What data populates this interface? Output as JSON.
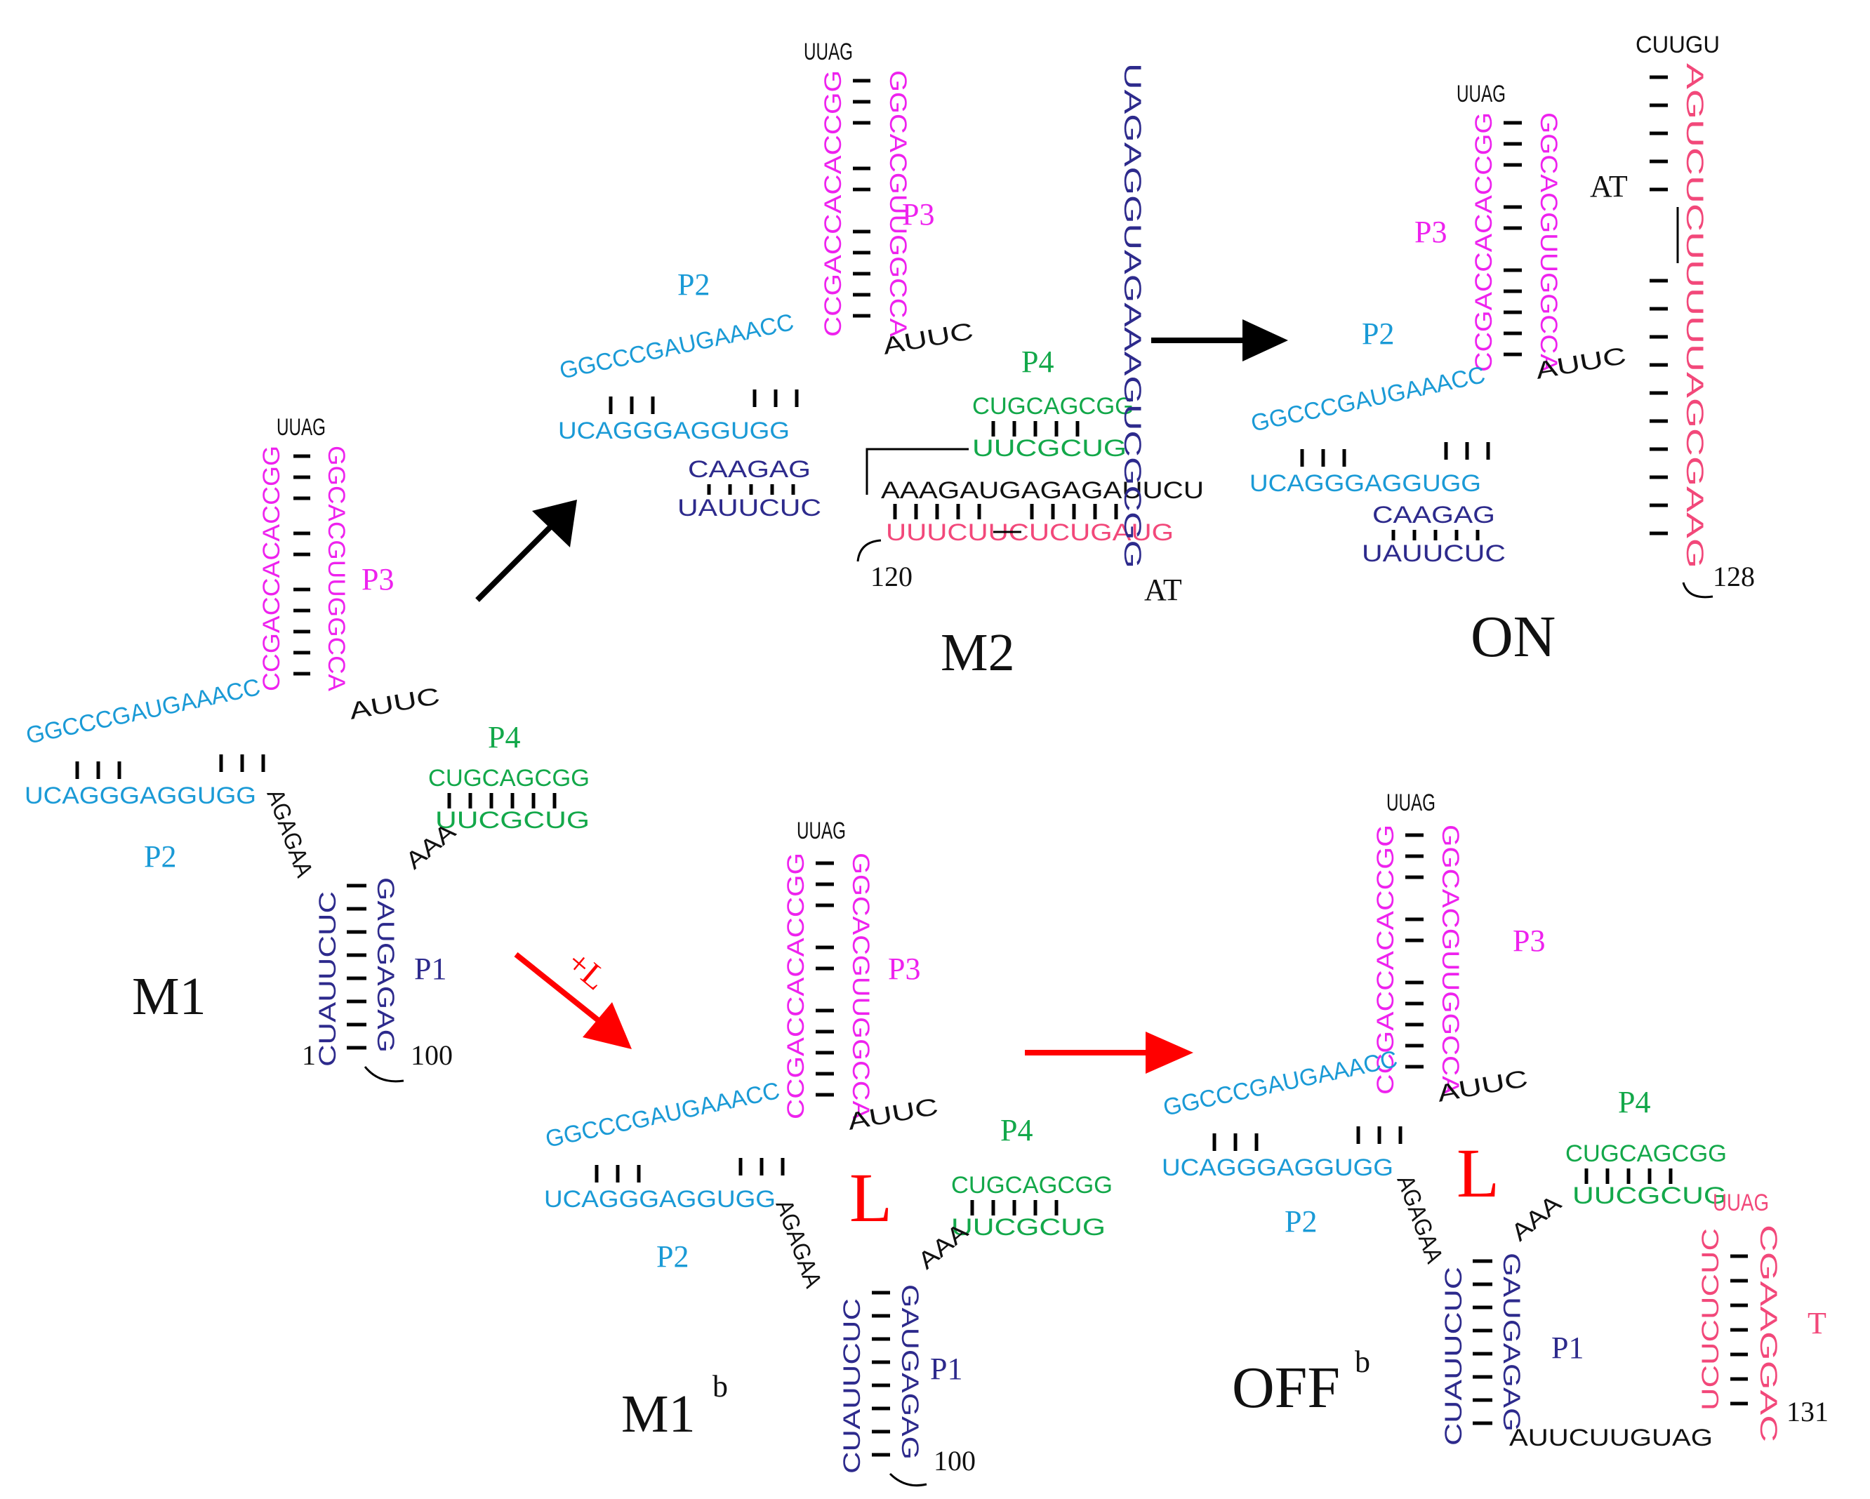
{
  "colors": {
    "p1": "#2d2a8c",
    "p2": "#1a9ad6",
    "p3": "#ee22ee",
    "p4": "#13a84a",
    "terminator": "#f2487a",
    "linker": "#111111",
    "ligand": "#ff0000",
    "arrow_black": "#000000",
    "arrow_red": "#ff0000"
  },
  "states": {
    "m1": {
      "name": "M1",
      "p1": "P1",
      "p2": "P2",
      "p3": "P3",
      "p4": "P4",
      "start": "1",
      "end": "100",
      "loop3": "UUAG",
      "p3_5": "CCGACCACACCGG",
      "p3_3": "GGCACGUUGGCCA",
      "j34": "AUUC",
      "p4_5": "CUGCAGCGG",
      "p4_3": "UUCGCUG",
      "j41": "AAA",
      "p1_3": "GAUGAGAG",
      "p1_5": "CUAUUCUC",
      "j12": "AGAGAA",
      "p2_loop": "GGCCCGAUGAAACC",
      "p2_lower": "UCAGGGAGGUGG"
    },
    "m2": {
      "name": "M2",
      "p2": "P2",
      "p3": "P3",
      "p4": "P4",
      "at": "AT",
      "num": "120",
      "at_top": "AAAGAUGAGAGAUUCU",
      "at_bottom": "UUUCUUCUCUGAUG",
      "p1_5": "CAAGAG",
      "p1_3": "UAUUCUC"
    },
    "on": {
      "name": "ON",
      "p2": "P2",
      "p3": "P3",
      "at": "AT",
      "end": "128",
      "at_loop": "CUUGU",
      "at_5": "UAGAGGUAGAAAGUCGCGG",
      "at_3": "AGUCUCUUUUUAGCGAAG"
    },
    "m1b": {
      "name": "M1",
      "superscript": "b",
      "p1": "P1",
      "p2": "P2",
      "p3": "P3",
      "p4": "P4",
      "ligand": "L",
      "end": "100"
    },
    "offb": {
      "name": "OFF",
      "superscript": "b",
      "p1": "P1",
      "p2": "P2",
      "p3": "P3",
      "p4": "P4",
      "t": "T",
      "ligand": "L",
      "end": "131",
      "tail": "AUUCUUGUAG",
      "t_loop": "UUAG",
      "t_5": "UCUCUCUC",
      "t_3": "CGAAGGAC"
    }
  },
  "arrows": {
    "ligand_label": "+L"
  }
}
